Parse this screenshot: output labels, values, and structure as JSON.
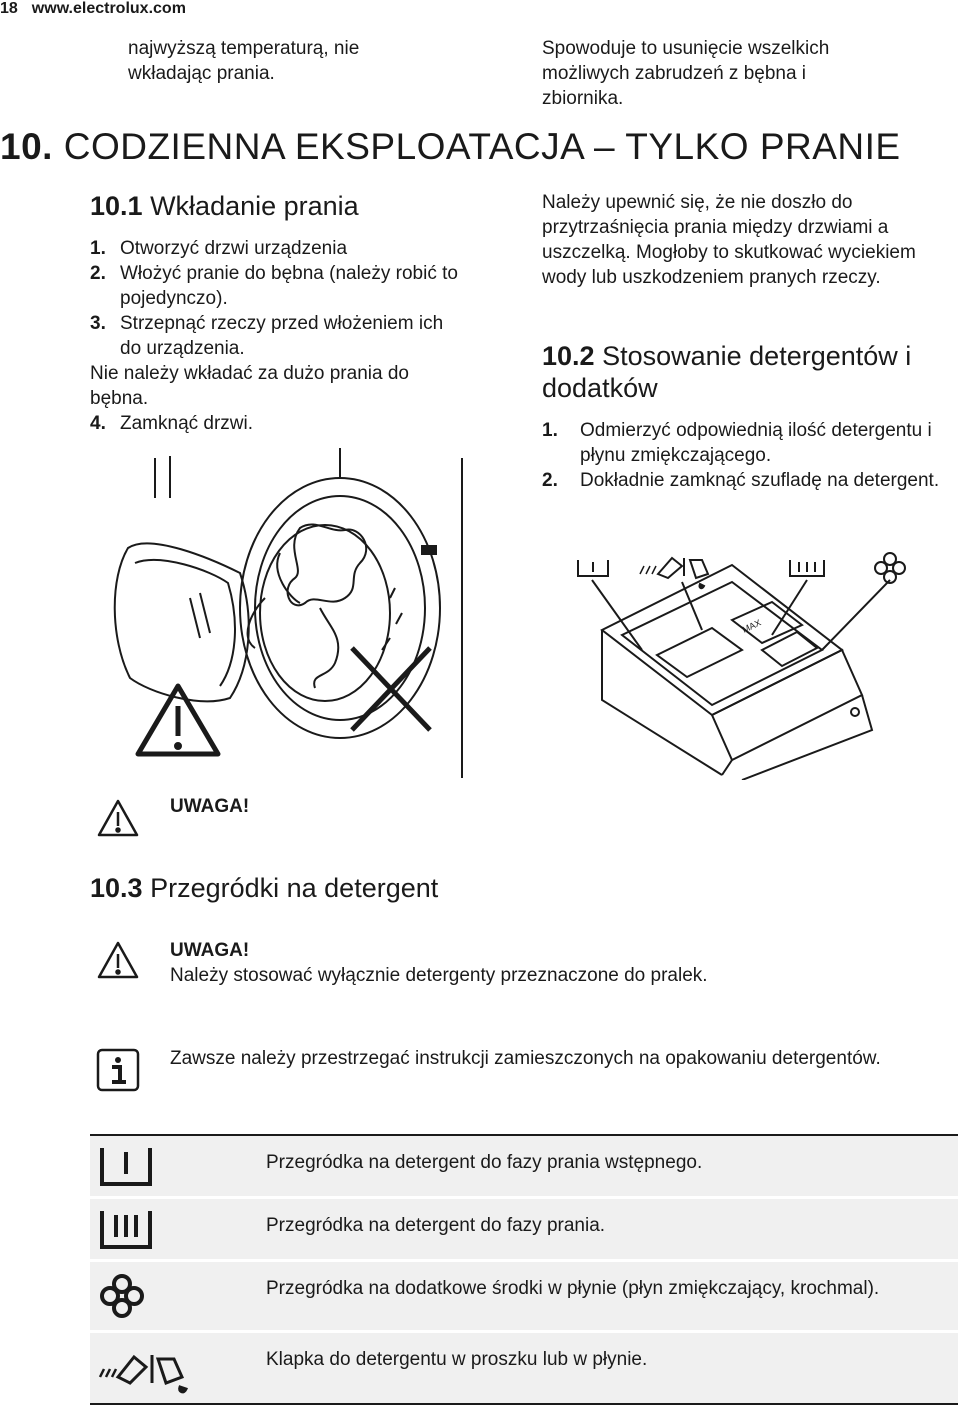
{
  "header": {
    "page_number": "18",
    "website": "www.electrolux.com"
  },
  "top": {
    "left_text": "najwyższą temperaturą, nie wkładając prania.",
    "right_text": "Spowoduje to usunięcie wszelkich możliwych zabrudzeń z bębna i zbiornika."
  },
  "section10": {
    "number": "10.",
    "title": "CODZIENNA EKSPLOATACJA – TYLKO PRANIE"
  },
  "section10_1": {
    "number": "10.1",
    "title": "Wkładanie prania",
    "steps": [
      {
        "n": "1.",
        "text": "Otworzyć drzwi urządzenia"
      },
      {
        "n": "2.",
        "text": "Włożyć pranie do bębna (należy robić to pojedynczo)."
      },
      {
        "n": "3.",
        "text": "Strzepnąć rzeczy przed włożeniem ich do urządzenia."
      }
    ],
    "note": "Nie należy wkładać za dużo prania do bębna.",
    "step4": {
      "n": "4.",
      "text": "Zamknąć drzwi."
    }
  },
  "right_col": {
    "paragraph": "Należy upewnić się, że nie doszło do przytrzaśnięcia prania między drzwiami a uszczelką. Mogłoby to skutkować wyciekiem wody lub uszkodzeniem pranych rzeczy."
  },
  "section10_2": {
    "number": "10.2",
    "title": "Stosowanie detergentów i dodatków",
    "steps": [
      {
        "n": "1.",
        "text": "Odmierzyć odpowiednią ilość detergentu i płynu zmiękczającego."
      },
      {
        "n": "2.",
        "text": "Dokładnie zamknąć szufladę na detergent."
      }
    ]
  },
  "illustration": {
    "max_label": "MAX"
  },
  "warning1": {
    "label": "UWAGA!"
  },
  "section10_3": {
    "number": "10.3",
    "title": "Przegródki na detergent",
    "warning_label": "UWAGA!",
    "warning_text": "Należy stosować wyłącznie detergenty przeznaczone do pralek.",
    "info_text": "Zawsze należy przestrzegać instrukcji zamieszczonych na opakowaniu detergentów."
  },
  "legend": [
    {
      "icon": "prewash-compartment-icon",
      "text": "Przegródka na detergent do fazy prania wstępnego."
    },
    {
      "icon": "main-wash-compartment-icon",
      "text": "Przegródka na detergent do fazy prania."
    },
    {
      "icon": "softener-flower-icon",
      "text": "Przegródka na dodatkowe środki w płynie (płyn zmiękczający, krochmal)."
    },
    {
      "icon": "powder-liquid-flap-icon",
      "text": "Klapka do detergentu w proszku lub w płynie."
    }
  ]
}
